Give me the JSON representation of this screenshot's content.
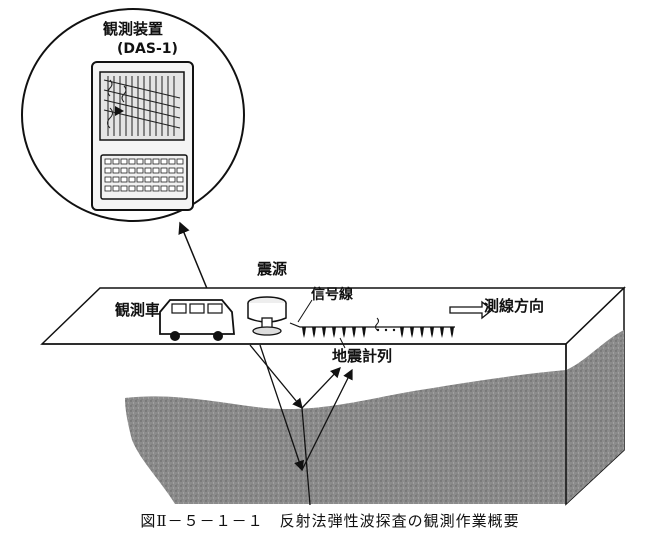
{
  "labels": {
    "equipment_title": "観測装置",
    "equipment_model": "(DAS-1)",
    "source": "震源",
    "signal_cable": "信号線",
    "vehicle": "観測車",
    "survey_direction": "測線方向",
    "geophone_array": "地震計列"
  },
  "caption": "図Ⅱ－５－１－１　反射法弾性波探査の観測作業概要",
  "colors": {
    "ink": "#111111",
    "rock_fill": "#8a8a8a",
    "rock_dark": "#6e6e6e",
    "screen_fill": "#e4e4e4",
    "paper": "#ffffff"
  }
}
